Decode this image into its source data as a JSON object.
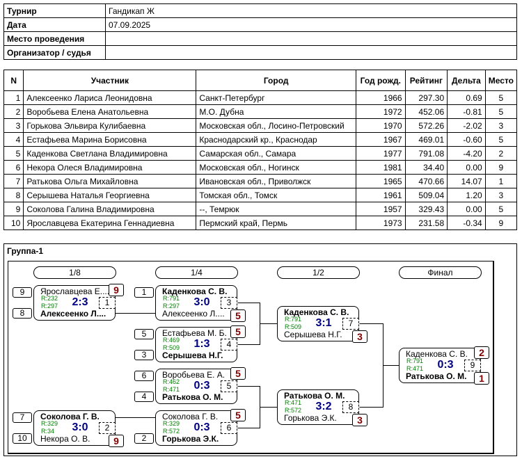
{
  "info": [
    {
      "label": "Турнир",
      "value": "Гандикап Ж"
    },
    {
      "label": "Дата",
      "value": "07.09.2025"
    },
    {
      "label": "Место проведения",
      "value": ""
    },
    {
      "label": "Организатор / судья",
      "value": ""
    }
  ],
  "participants": {
    "headers": [
      "N",
      "Участник",
      "Город",
      "Год рожд.",
      "Рейтинг",
      "Дельта",
      "Место"
    ],
    "rows": [
      [
        "1",
        "Алексеенко Лариса Леонидовна",
        "Санкт-Петербург",
        "1966",
        "297.30",
        "0.69",
        "5"
      ],
      [
        "2",
        "Воробьева Елена Анатольевна",
        "М.О. Дубна",
        "1972",
        "452.06",
        "-0.81",
        "5"
      ],
      [
        "3",
        "Горькова Эльвира Кулибаевна",
        "Московская обл., Лосино-Петровский",
        "1970",
        "572.26",
        "-2.02",
        "3"
      ],
      [
        "4",
        "Естафьева Марина Борисовна",
        "Краснодарский кр., Краснодар",
        "1967",
        "469.01",
        "-0.60",
        "5"
      ],
      [
        "5",
        "Каденкова Светлана Владимировна",
        "Самарская обл., Самара",
        "1977",
        "791.08",
        "-4.20",
        "2"
      ],
      [
        "6",
        "Некора Олеся Владимировна",
        "Московская обл., Ногинск",
        "1981",
        "34.40",
        "0.00",
        "9"
      ],
      [
        "7",
        "Ратькова Ольга Михайловна",
        "Ивановская обл., Приволжск",
        "1965",
        "470.66",
        "14.07",
        "1"
      ],
      [
        "8",
        "Серышева Наталья Георгиевна",
        "Томская обл., Томск",
        "1961",
        "509.04",
        "1.20",
        "3"
      ],
      [
        "9",
        "Соколова Галина Владимировна",
        "--, Темрюк",
        "1957",
        "329.43",
        "0.00",
        "5"
      ],
      [
        "10",
        "Ярославцева Екатерина Геннадиевна",
        "Пермский край, Пермь",
        "1973",
        "231.58",
        "-0.34",
        "9"
      ]
    ]
  },
  "group": {
    "title": "Группа-1",
    "rounds": [
      "1/8",
      "1/4",
      "1/2",
      "Финал"
    ],
    "matches": [
      {
        "top": "Ярославцева Е....",
        "bottom": "Алексеенко Л....",
        "winner": "bottom",
        "r1": "R:232",
        "r2": "R:297",
        "score": "2:3",
        "game": "1",
        "badge": "9",
        "badge_pos": "top",
        "seed_top": "9",
        "seed_bottom": "8"
      },
      {
        "top": "Каденкова С. В.",
        "bottom": "Алексеенко Л....",
        "winner": "top",
        "r1": "R:791",
        "r2": "R:297",
        "score": "3:0",
        "game": "3",
        "badge": "5",
        "badge_pos": "bottom",
        "seed_top": "1",
        "seed_bottom": null
      },
      {
        "top": "Естафьева М. Б.",
        "bottom": "Серышева Н.Г.",
        "winner": "bottom",
        "r1": "R:469",
        "r2": "R:509",
        "score": "1:3",
        "game": "4",
        "badge": "5",
        "badge_pos": "top",
        "seed_top": "5",
        "seed_bottom": "3"
      },
      {
        "top": "Воробьева Е. А.",
        "bottom": "Ратькова О. М.",
        "winner": "bottom",
        "r1": "R:462",
        "r2": "R:471",
        "score": "0:3",
        "game": "5",
        "badge": "5",
        "badge_pos": "top",
        "seed_top": "6",
        "seed_bottom": "4"
      },
      {
        "top": "Соколова Г. В.",
        "bottom": "Горькова Э.К.",
        "winner": "bottom",
        "r1": "R:329",
        "r2": "R:572",
        "score": "0:3",
        "game": "6",
        "badge": "5",
        "badge_pos": "top",
        "seed_top": null,
        "seed_bottom": "2"
      },
      {
        "top": "Соколова Г. В.",
        "bottom": "Некора О. В.",
        "winner": "top",
        "r1": "R:329",
        "r2": "R:34",
        "score": "3:0",
        "game": "2",
        "badge": "9",
        "badge_pos": "bottom",
        "seed_top": "7",
        "seed_bottom": "10"
      },
      {
        "top": "Каденкова С. В.",
        "bottom": "Серышева Н.Г.",
        "winner": "top",
        "r1": "R:791",
        "r2": "R:509",
        "score": "3:1",
        "game": "7",
        "badge": "3",
        "badge_pos": "bottom",
        "seed_top": null,
        "seed_bottom": null
      },
      {
        "top": "Ратькова О. М.",
        "bottom": "Горькова Э.К.",
        "winner": "top",
        "r1": "R:471",
        "r2": "R:572",
        "score": "3:2",
        "game": "8",
        "badge": "3",
        "badge_pos": "bottom",
        "seed_top": null,
        "seed_bottom": null
      },
      {
        "top": "Каденкова С. В.",
        "bottom": "Ратькова О. М.",
        "winner": "bottom",
        "r1": "R:791",
        "r2": "R:471",
        "score": "0:3",
        "game": "9",
        "badge": "2",
        "badge_pos": "top",
        "badge2": "1",
        "seed_top": null,
        "seed_bottom": null
      }
    ]
  }
}
